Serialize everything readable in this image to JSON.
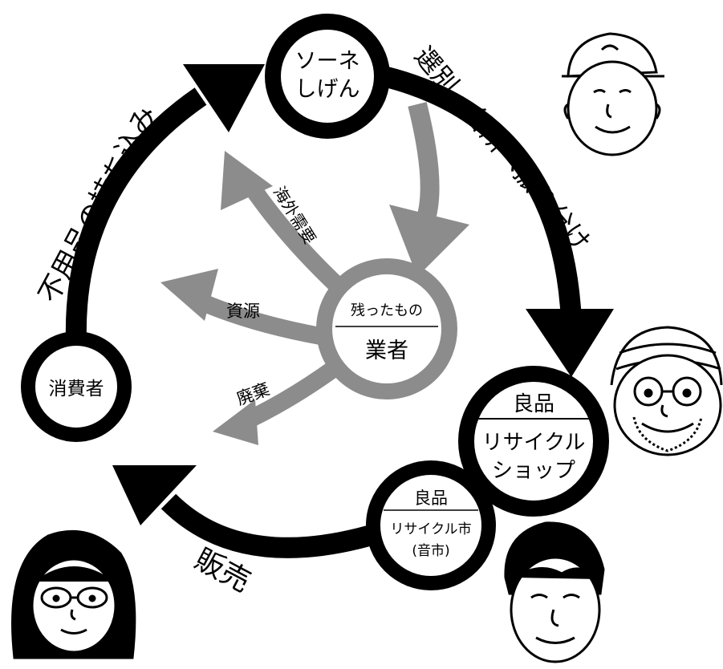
{
  "nodes": {
    "sone": {
      "line1": "ソーネ",
      "line2": "しげん"
    },
    "consumer": {
      "label": "消費者"
    },
    "dealer": {
      "top": "残ったもの",
      "bottom": "業者"
    },
    "shop": {
      "top": "良品",
      "line1": "リサイクル",
      "line2": "ショップ"
    },
    "market": {
      "top": "良品",
      "line1": "リサイクル市",
      "line2": "(音市)"
    }
  },
  "flows": {
    "bring_in": "不用品の持ち込み",
    "sort": "選別・各所へ振り分け",
    "sell": "販売",
    "overseas": "海外需要",
    "resource": "資源",
    "disposal": "廃棄"
  },
  "colors": {
    "main_arrow": "#000000",
    "sub_arrow": "#8c8c8c",
    "background": "#ffffff"
  },
  "icons": [
    "man-with-cap-face",
    "man-with-glasses-face",
    "woman-with-glasses-face",
    "young-man-face"
  ]
}
